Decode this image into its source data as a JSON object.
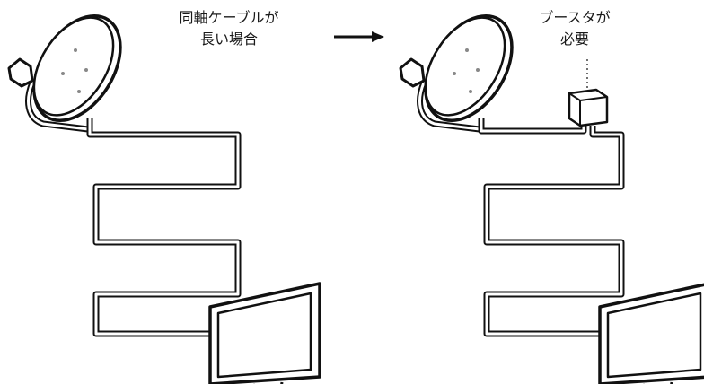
{
  "left_panel": {
    "caption_line1": "同軸ケーブルが",
    "caption_line2": "長い場合",
    "icons": [
      "satellite-dish-icon",
      "coaxial-cable-icon",
      "tv-monitor-icon"
    ]
  },
  "transition": {
    "icon": "right-arrow-icon"
  },
  "right_panel": {
    "caption_line1": "ブースタが",
    "caption_line2": "必要",
    "icons": [
      "satellite-dish-icon",
      "booster-icon",
      "coaxial-cable-icon",
      "tv-monitor-icon"
    ]
  },
  "colors": {
    "line": "#111111",
    "dish_fill": "#ffffff",
    "background": "#ffffff"
  }
}
